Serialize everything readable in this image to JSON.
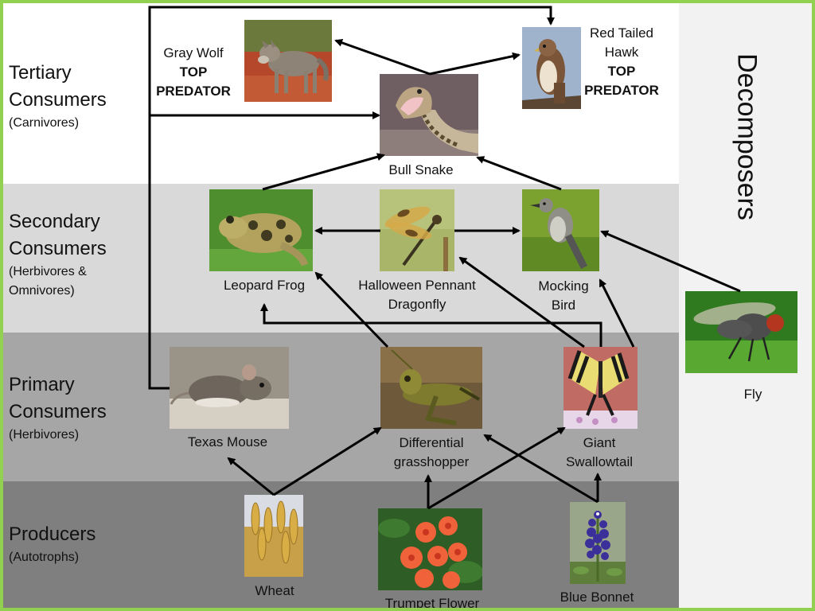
{
  "levels": [
    {
      "title": "Tertiary\nConsumers",
      "subtitle": "(Carnivores)"
    },
    {
      "title": "Secondary\nConsumers",
      "subtitle": "(Herbivores &\nOmnivores)"
    },
    {
      "title": "Primary\nConsumers",
      "subtitle": "(Herbivores)"
    },
    {
      "title": "Producers",
      "subtitle": "(Autotrophs)"
    }
  ],
  "decomposers_label": "Decomposers",
  "band_colors": [
    "#ffffff",
    "#d9d9d9",
    "#a6a6a6",
    "#7f7f7f"
  ],
  "border_color": "#92d050",
  "organisms": {
    "wolf": {
      "name": "Gray Wolf",
      "tag": "TOP\nPREDATOR"
    },
    "hawk": {
      "name": "Red Tailed\nHawk",
      "tag": "TOP\nPREDATOR"
    },
    "snake": {
      "name": "Bull Snake"
    },
    "frog": {
      "name": "Leopard Frog"
    },
    "dragonfly": {
      "name": "Halloween Pennant\nDragonfly"
    },
    "mockingbird": {
      "name": "Mocking\nBird"
    },
    "fly": {
      "name": "Fly"
    },
    "mouse": {
      "name": "Texas Mouse"
    },
    "grasshopper": {
      "name": "Differential\ngrasshopper"
    },
    "swallowtail": {
      "name": "Giant\nSwallowtail"
    },
    "wheat": {
      "name": "Wheat"
    },
    "trumpet": {
      "name": "Trumpet Flower"
    },
    "bluebonnet": {
      "name": "Blue Bonnet"
    }
  }
}
